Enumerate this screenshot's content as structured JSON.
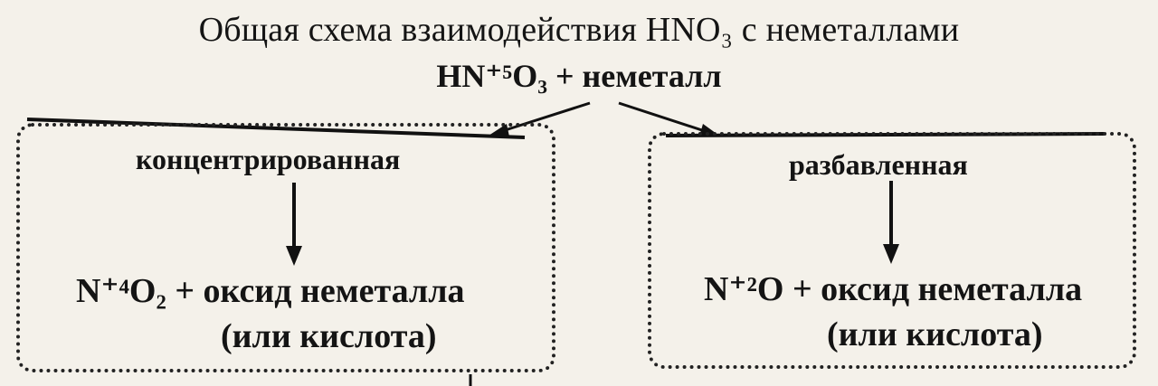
{
  "title": "Общая схема взаимодействия HNO₃ с неметаллами",
  "reaction": {
    "formula": "HN⁺⁵O₃ + неметалл"
  },
  "branches": [
    {
      "condition": "концентрированная",
      "product": "N⁺⁴O₂ + оксид неметалла",
      "note": "(или кислота)"
    },
    {
      "condition": "разбавленная",
      "product": "N⁺²O + оксид неметалла",
      "note": "(или кислота)"
    }
  ]
}
